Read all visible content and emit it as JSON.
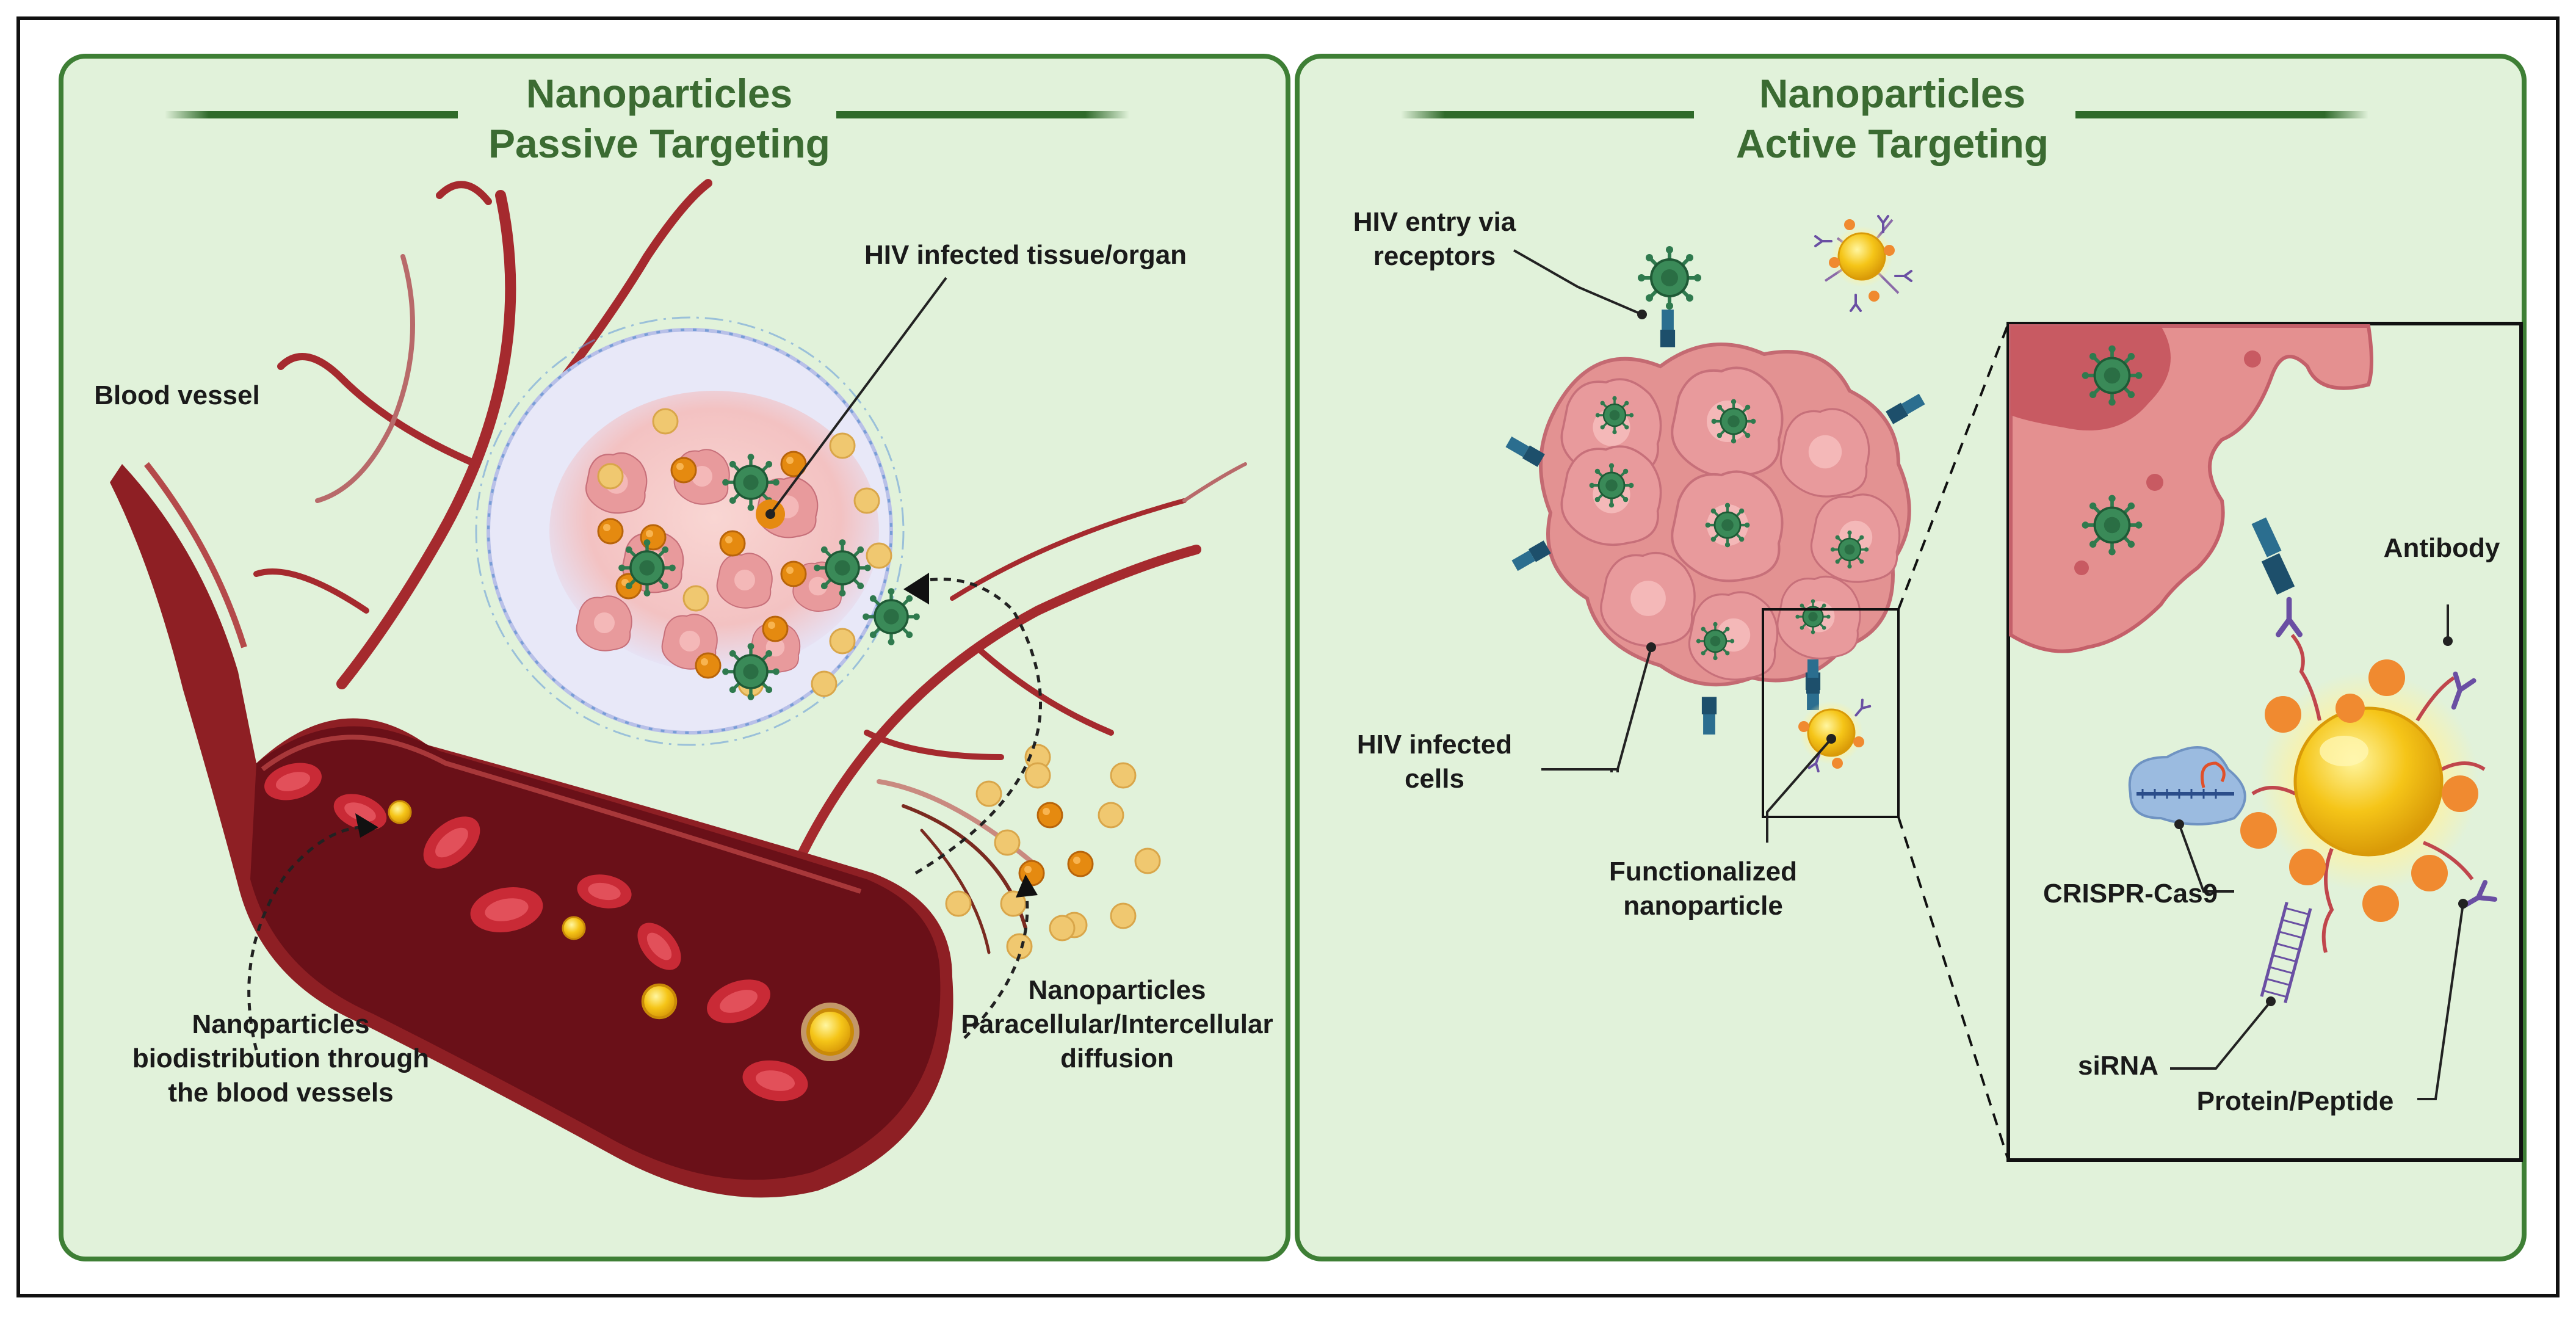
{
  "panels": {
    "passive": {
      "title": "Nanoparticles\nPassive Targeting",
      "labels": {
        "blood_vessel": "Blood vessel",
        "hiv_tissue": "HIV infected tissue/organ",
        "biodistribution": "Nanoparticles\nbiodistribution through\nthe blood vessels",
        "diffusion": "Nanoparticles\nParacellular/Intercellular\ndiffusion"
      }
    },
    "active": {
      "title": "Nanoparticles\nActive Targeting",
      "labels": {
        "hiv_entry": "HIV entry via\nreceptors",
        "hiv_cells": "HIV infected\ncells",
        "functionalized": "Functionalized\nnanoparticle",
        "antibody": "Antibody",
        "crispr": "CRISPR-Cas9",
        "sirna": "siRNA",
        "protein": "Protein/Peptide"
      }
    }
  },
  "colors": {
    "panel_bg": "#e1f2da",
    "panel_border": "#3e7f35",
    "title": "#3b6b32",
    "vessel": "#8e1f24",
    "vessel_inner": "#6a1018",
    "rbc": "#cf2f3a",
    "nanoparticle": "#f5c518",
    "tissue_bg": "#e8e4f5",
    "infected_cell": "#e8989a",
    "virus": "#2f7a4e",
    "receptor": "#2b6e8f"
  },
  "icons": [
    "virus-icon",
    "nanoparticle-icon",
    "antibody-icon",
    "receptor-icon",
    "red-blood-cell-icon"
  ]
}
